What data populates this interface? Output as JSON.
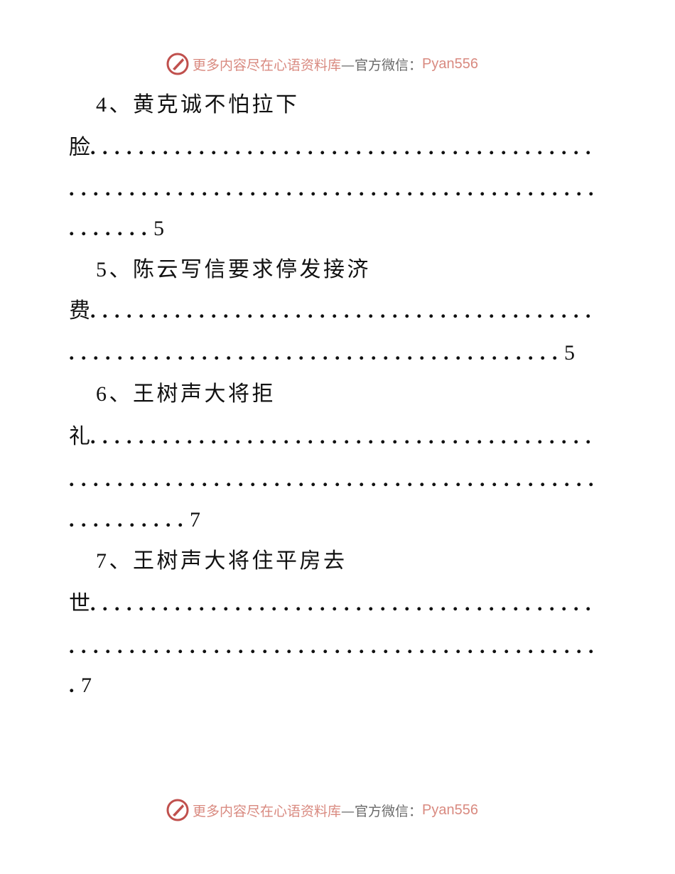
{
  "banner": {
    "text_red": "更多内容尽在心语资料库",
    "text_dark": "—官方微信：",
    "wechat_id": "Pyan556"
  },
  "entries": [
    {
      "num": "4、",
      "title": "黄克诚不怕拉下",
      "tail_char": "脸",
      "dots1": "..........................................",
      "dots2": "............................................",
      "dots3": ".......",
      "page": "5"
    },
    {
      "num": "5、",
      "title": "陈云写信要求停发接济",
      "tail_char": "费",
      "dots1": "..........................................",
      "dots2": ".........................................",
      "page": "5"
    },
    {
      "num": "6、",
      "title": "王树声大将拒",
      "tail_char": "礼",
      "dots1": "..........................................",
      "dots2": "............................................",
      "dots3": "..........",
      "page": "7"
    },
    {
      "num": "7、",
      "title": "王树声大将住平房去",
      "tail_char": "世",
      "dots1": "..........................................",
      "dots2": "............................................",
      "dots3": ".",
      "page": "7"
    }
  ]
}
